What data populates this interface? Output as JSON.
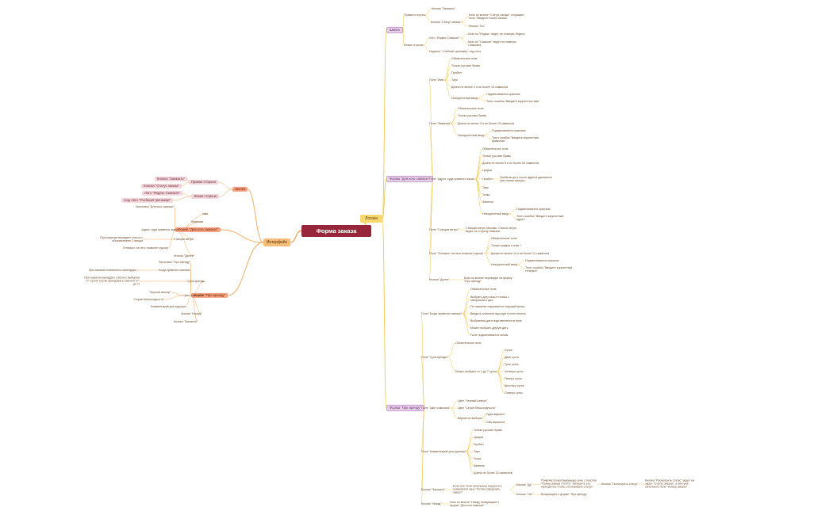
{
  "root": {
    "label": "Форма заказа"
  },
  "branches": {
    "logic": "Логика",
    "interface": "Интерфейс"
  },
  "colors": {
    "root": "#98263a",
    "logic_line": "#f0c64a",
    "iface_line": "#f2a55a",
    "section_purple": "#e9d3ec",
    "section_orange": "#f7a07e"
  },
  "logic_nodes": [
    {
      "t": "Шапка"
    },
    {
      "t": "Правая сторона"
    },
    {
      "t": "Кнопка \"Заказать\""
    },
    {
      "t": "Кнопка \"Статус заказа\""
    },
    {
      "t": "Клик по кнопке \"Статус заказа\" открывает поле \"Введите номер заказа\""
    },
    {
      "t": "Кнопка \"Go\""
    },
    {
      "t": "Левая сторона"
    },
    {
      "t": "Лого \"Яндекс Самокат\""
    },
    {
      "t": "Клик по \"Яндекс\" ведет на главную Яндекс"
    },
    {
      "t": "Клик по \"Самокат\" ведет на главную Самоката"
    },
    {
      "t": "Надпись \"Учебный тренажер\" над лого"
    },
    {
      "t": "Форма \"Для кого самокат\""
    },
    {
      "t": "Поле \"Имя\""
    },
    {
      "t": "Обязательное поле"
    },
    {
      "t": "Только русские буквы"
    },
    {
      "t": "Пробел"
    },
    {
      "t": "Тире"
    },
    {
      "t": "Длина не менее 2 и не более 15 символов"
    },
    {
      "t": "Некорректный ввод"
    },
    {
      "t": "Подсвечивается красным"
    },
    {
      "t": "Текст ошибки \"Введите корректное имя\""
    },
    {
      "t": "Поле \"Фамилия\""
    },
    {
      "t": "Обязательное поле"
    },
    {
      "t": "Только русские буквы"
    },
    {
      "t": "Длина не менее 2 и не более 15 символов"
    },
    {
      "t": "Некорректный ввод"
    },
    {
      "t": "Подсвечивается красным"
    },
    {
      "t": "Текст ошибки \"Введите корректную фамилию\""
    },
    {
      "t": "Поле \"Адрес: куда привезти заказ\""
    },
    {
      "t": "Обязательное поле"
    },
    {
      "t": "Только русские буквы"
    },
    {
      "t": "Длина не менее 5 и не более 50 символов"
    },
    {
      "t": "Цифры"
    },
    {
      "t": "Пробел"
    },
    {
      "t": "Пробелы до и после адреса удаляются при снятии фокуса"
    },
    {
      "t": "Тире"
    },
    {
      "t": "Точка"
    },
    {
      "t": "Запятая"
    },
    {
      "t": "Некорректный ввод"
    },
    {
      "t": "Подсвечивается красным"
    },
    {
      "t": "Текст ошибки \"Введите корректный адрес\""
    },
    {
      "t": "Поле \"Станция метро\""
    },
    {
      "t": "Станции метро Москвы. Список метро ведет на сторону Заказов"
    },
    {
      "t": "Поле \"Телефон: на него позвонит курьер\""
    },
    {
      "t": "Обязательное поле"
    },
    {
      "t": "Только цифры и знак +"
    },
    {
      "t": "Длина не менее 10 и не более 12 символов"
    },
    {
      "t": "Некорректный ввод"
    },
    {
      "t": "Подсвечивается красным"
    },
    {
      "t": "Текст ошибки \"Введите корректный телефон\""
    },
    {
      "t": "Кнопка \"Далее\""
    },
    {
      "t": "Клик по кнопке переводит на форму \"Про аренду\""
    },
    {
      "t": "Форма \"Про аренду\""
    },
    {
      "t": "Поле \"Когда привезти самокат\""
    },
    {
      "t": "Обязательное поле"
    },
    {
      "t": "Выбрать дату мож-н только с завтрашнего дня"
    },
    {
      "t": "По нажатию открывается текущий месяц"
    },
    {
      "t": "Вводить значение вручную в поле нельзя"
    },
    {
      "t": "Выбранная дата подставляется в поле"
    },
    {
      "t": "Можно выбрать другую дату"
    },
    {
      "t": "Поле подсвечивается синим"
    },
    {
      "t": "Поле \"Срок аренды\""
    },
    {
      "t": "Обязательное поле"
    },
    {
      "t": "Можно выбрать от 1 до 7 суток"
    },
    {
      "t": "Сутки"
    },
    {
      "t": "Двое суток"
    },
    {
      "t": "Трое суток"
    },
    {
      "t": "Четверо суток"
    },
    {
      "t": "Пятеро суток"
    },
    {
      "t": "Шестеро суток"
    },
    {
      "t": "Семеро суток"
    },
    {
      "t": "Поле \"Цвет самоката\""
    },
    {
      "t": "Цвет \"Черный жемчуг\""
    },
    {
      "t": "Цвет \"Серая безысходность\""
    },
    {
      "t": "Варианты выбора"
    },
    {
      "t": "Один вариант"
    },
    {
      "t": "Оба варианта"
    },
    {
      "t": "Поле \"Комментарий для курьера\""
    },
    {
      "t": "Только русские буквы"
    },
    {
      "t": "Цифры"
    },
    {
      "t": "Пробел"
    },
    {
      "t": "Тире"
    },
    {
      "t": "Точка"
    },
    {
      "t": "Запятая"
    },
    {
      "t": "Длина не более 24 символов"
    },
    {
      "t": "Кнопка \"Заказать\""
    },
    {
      "t": "Если все поля заполнены корректно, появляется окно \"Хотите оформить заказ?\""
    },
    {
      "t": "Кнопка \"Да\""
    },
    {
      "t": "Появляется всплывающее окно с текстом \"Номер заказа ХХХХХ. Запишите его: пригодится, чтобы отслеживать статус\""
    },
    {
      "t": "Кнопка \"Посмотреть статус\""
    },
    {
      "t": "Кнопка \"Посмотреть статус\" ведет на экран \"Статус заказа\", в нём уже заполнено поле \"Номер заказа\""
    },
    {
      "t": "Кнопка \"Нет\""
    },
    {
      "t": "Возвращает к форме \"Про аренду\""
    },
    {
      "t": "Кнопка \"Назад\""
    },
    {
      "t": "Клик по кнопке \"Назад\" возвращает к форме \"Для кого самокат\""
    }
  ],
  "iface_nodes": [
    {
      "t": "Шапка"
    },
    {
      "t": "Правая сторона"
    },
    {
      "t": "Кнопка \"Заказать\""
    },
    {
      "t": "Кнопка \"Статус заказа\""
    },
    {
      "t": "Левая сторона"
    },
    {
      "t": "Лого \"Яндекс Самокат\""
    },
    {
      "t": "Над лого \"Учебный тренажер\""
    },
    {
      "t": "Форма \"Для кого самокат\""
    },
    {
      "t": "Заголовок \"Для кого самокат\""
    },
    {
      "t": "Имя"
    },
    {
      "t": "Фамилия"
    },
    {
      "t": "Адрес: куда привезти заказ"
    },
    {
      "t": "Станция метро"
    },
    {
      "t": "При нажатии выпадает список с обозначением Станции"
    },
    {
      "t": "Телефон: на него позвонит курьер"
    },
    {
      "t": "Кнопка \"Далее\""
    },
    {
      "t": "Форма \"Про аренду\""
    },
    {
      "t": "Заголовок \"Про аренду\""
    },
    {
      "t": "Когда привезти самокат"
    },
    {
      "t": "При нажатии появляется календарь"
    },
    {
      "t": "Срок аренды"
    },
    {
      "t": "При нажатии выпадает список с выбором от \"сутки\" (сутки арендовать самокат от\" до 7)"
    },
    {
      "t": "Цвет самоката"
    },
    {
      "t": "\"Черный жемчуг\""
    },
    {
      "t": "\"Серая безысходность\""
    },
    {
      "t": "Комментарий для курьера"
    },
    {
      "t": "Кнопка \"Назад\""
    },
    {
      "t": "Кнопка \"Заказать\""
    }
  ]
}
